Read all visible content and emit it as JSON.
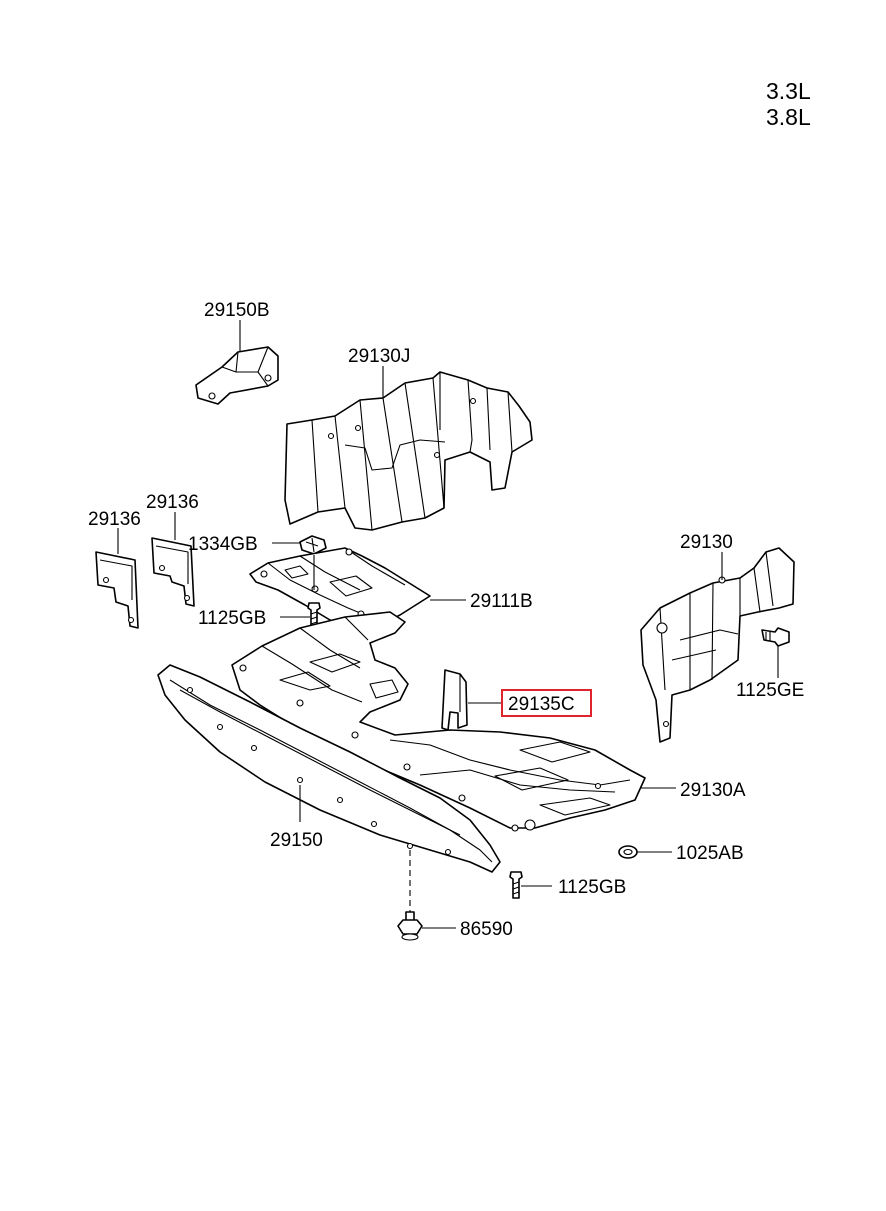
{
  "engine_labels": [
    "3.3L",
    "3.8L"
  ],
  "parts": {
    "p29150B": "29150B",
    "p29130J": "29130J",
    "p29136_a": "29136",
    "p29136_b": "29136",
    "p1334GB": "1334GB",
    "p29111B": "29111B",
    "p1125GB_a": "1125GB",
    "p29130": "29130",
    "p1125GE": "1125GE",
    "p29135C": "29135C",
    "p29130A": "29130A",
    "p29150": "29150",
    "p1025AB": "1025AB",
    "p1125GB_b": "1125GB",
    "p86590": "86590"
  },
  "highlighted_part": "29135C",
  "colors": {
    "highlight": "#e0242b",
    "line": "#000000",
    "background": "#ffffff"
  }
}
